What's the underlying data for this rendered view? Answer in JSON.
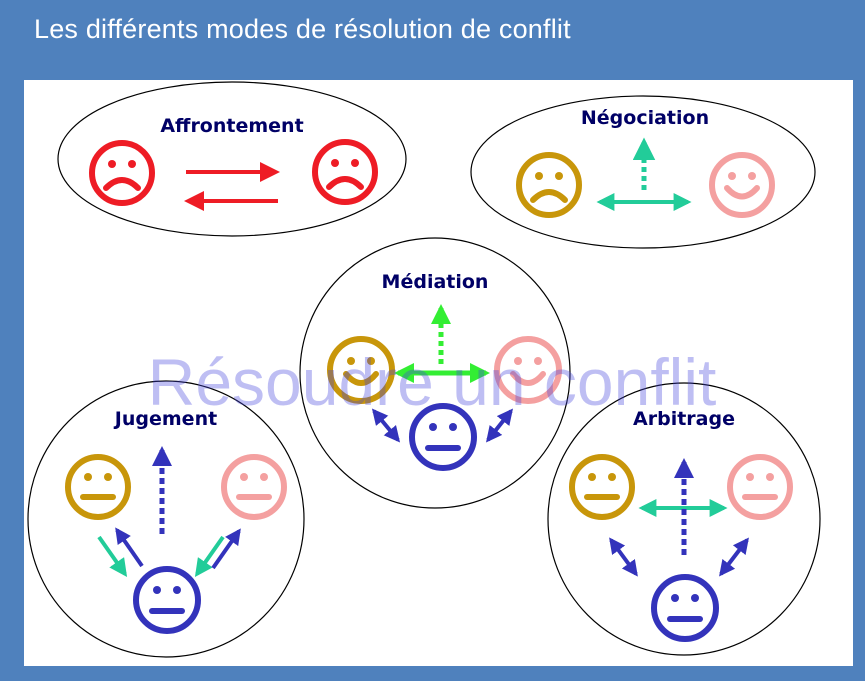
{
  "slide": {
    "title": "Les différents modes de résolution de conflit",
    "watermark": "Résoudre un conflit"
  },
  "modes": {
    "affrontement": "Affrontement",
    "negociation": "Négociation",
    "mediation": "Médiation",
    "jugement": "Jugement",
    "arbitrage": "Arbitrage"
  },
  "colors": {
    "background": "#4f81bd",
    "panel": "#ffffff",
    "red": "#ee1c25",
    "gold": "#c8960a",
    "pink": "#f4a0a0",
    "blue": "#3333bb",
    "teal": "#22cc99",
    "green": "#33ee33",
    "label": "#000066"
  },
  "icons": [
    "sad-face-icon",
    "smiley-face-icon",
    "neutral-face-icon",
    "arrow-icon"
  ]
}
